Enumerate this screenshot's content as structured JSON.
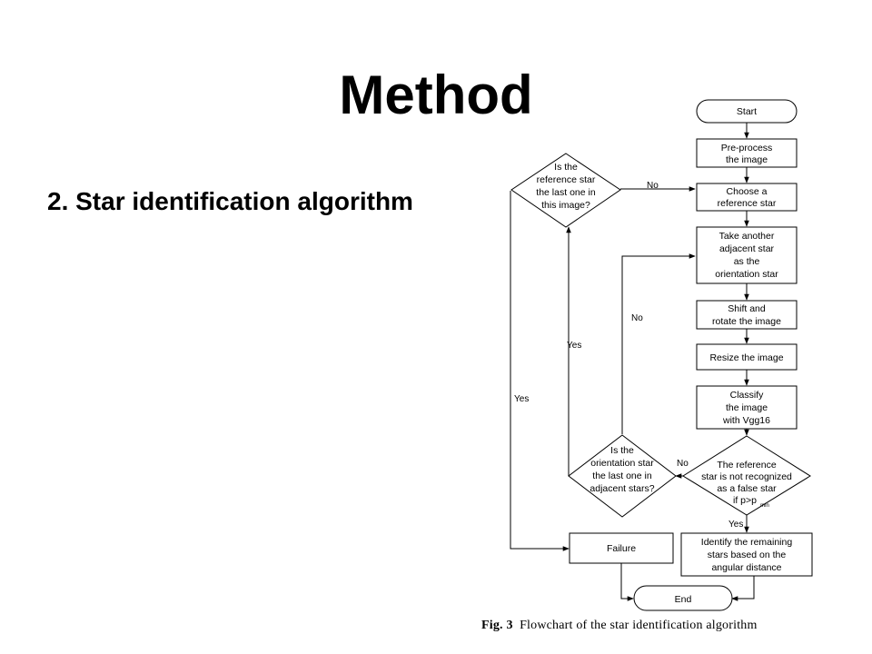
{
  "slide": {
    "title": "Method",
    "subtitle": "2. Star identification algorithm"
  },
  "flowchart": {
    "nodes": {
      "start": "Start",
      "preprocess": [
        "Pre-process",
        "the image"
      ],
      "choose_ref": [
        "Choose a",
        "reference star"
      ],
      "take_adjacent": [
        "Take another",
        "adjacent star",
        "as the",
        "orientation star"
      ],
      "shift_rotate": [
        "Shift and",
        "rotate the image"
      ],
      "resize": "Resize the image",
      "classify": [
        "Classify",
        "the image",
        "with Vgg16"
      ],
      "decision_false_star": [
        "The reference",
        "star is not recognized",
        "as a false star",
        "if p>p"
      ],
      "decision_false_star_sub": "min",
      "decision_orientation_last": [
        "Is the",
        "orientation star",
        "the last one in",
        "adjacent stars?"
      ],
      "decision_ref_last": [
        "Is the",
        "reference star",
        "the last one in",
        "this image?"
      ],
      "failure": "Failure",
      "identify_remaining": [
        "Identify the remaining",
        "stars based on the",
        "angular distance"
      ],
      "end": "End"
    },
    "edge_labels": {
      "ref_last_no": "No",
      "orientation_last_no": "No",
      "orientation_last_yes": "Yes",
      "ref_last_yes": "Yes",
      "false_star_no": "No",
      "false_star_yes": "Yes"
    }
  },
  "caption": {
    "label": "Fig. 3",
    "text": "Flowchart of the star identification algorithm"
  }
}
